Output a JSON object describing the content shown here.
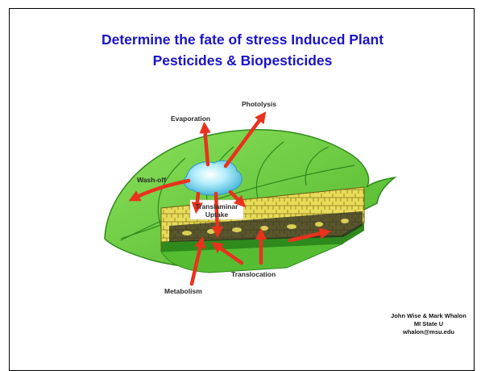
{
  "slide": {
    "title_line1": "Determine the fate of stress Induced Plant",
    "title_line2": "Pesticides & Biopesticides",
    "credit_line1": "John Wise & Mark Whalon",
    "credit_line2": "MI State U",
    "credit_line3": "whalon@msu.edu"
  },
  "diagram": {
    "labels": {
      "evaporation": "Evaporation",
      "photolysis": "Photolysis",
      "wash_off": "Wash-off",
      "translaminar_line1": "Translaminar",
      "translaminar_line2": "Uptake",
      "translocation": "Translocation",
      "metabolism": "Metabolism"
    },
    "icons": [
      "leaf-illustration",
      "pesticide-droplet-icon",
      "leaf-cross-section"
    ]
  },
  "colors": {
    "title": "#1a14c8",
    "arrow": "#e8321e",
    "leaf": "#63c93a",
    "leaf_dark": "#2e8a1c",
    "droplet": "#8fe0f5",
    "cross_section": "#e8dc5a"
  }
}
